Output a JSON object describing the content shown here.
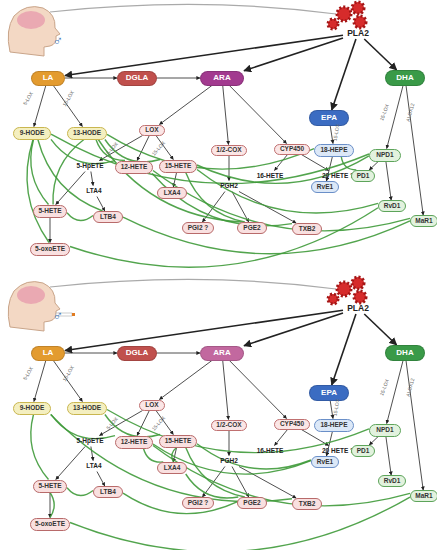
{
  "diagram": {
    "nodes": [
      {
        "text": [
          "PLA2"
        ]
      },
      {
        "text": [
          "LA"
        ]
      },
      {
        "text": [
          "DGLA"
        ]
      },
      {
        "text": [
          "ARA"
        ]
      },
      {
        "text": [
          "EPA"
        ]
      },
      {
        "text": [
          "DHA"
        ]
      },
      {
        "text": [
          "9-HODE"
        ]
      },
      {
        "text": [
          "13-HODE"
        ]
      },
      {
        "text": [
          "LOX"
        ]
      },
      {
        "text": [
          "1/2-COX"
        ]
      },
      {
        "text": [
          "CYP450"
        ]
      },
      {
        "text": [
          "16-HETE"
        ]
      },
      {
        "text": [
          "20 HETE ?"
        ]
      },
      {
        "text": [
          "18-HEPE"
        ]
      },
      {
        "text": [
          "NPD1"
        ]
      },
      {
        "text": [
          "5-HpETE"
        ]
      },
      {
        "text": [
          "12-HETE"
        ]
      },
      {
        "text": [
          "15-HETE"
        ]
      },
      {
        "text": [
          "PGH2"
        ]
      },
      {
        "text": [
          "LTA4"
        ]
      },
      {
        "text": [
          "LXA4"
        ]
      },
      {
        "text": [
          "5-HETE"
        ]
      },
      {
        "text": [
          "LTB4"
        ]
      },
      {
        "text": [
          "PGI2 ?"
        ]
      },
      {
        "text": [
          "PGE2"
        ]
      },
      {
        "text": [
          "TXB2"
        ]
      },
      {
        "text": [
          "RvE1"
        ]
      },
      {
        "text": [
          "PD1"
        ]
      },
      {
        "text": [
          "RvD1"
        ]
      },
      {
        "text": [
          "MaR1"
        ]
      },
      {
        "text": [
          "5-oxoETE"
        ]
      },
      {
        "text": [
          "PLA2"
        ]
      },
      {
        "text": [
          "LA"
        ]
      },
      {
        "text": [
          "DGLA"
        ]
      },
      {
        "text": [
          "ARA"
        ]
      },
      {
        "text": [
          "EPA"
        ]
      },
      {
        "text": [
          "DHA"
        ]
      },
      {
        "text": [
          "9-HODE"
        ]
      },
      {
        "text": [
          "13-HODE"
        ]
      },
      {
        "text": [
          "LOX"
        ]
      },
      {
        "text": [
          "1/2-COX"
        ]
      },
      {
        "text": [
          "CYP450"
        ]
      },
      {
        "text": [
          "16-HETE"
        ]
      },
      {
        "text": [
          "20 HETE ?"
        ]
      },
      {
        "text": [
          "18-HEPE"
        ]
      },
      {
        "text": [
          "NPD1"
        ]
      },
      {
        "text": [
          "5-HpETE"
        ]
      },
      {
        "text": [
          "12-HETE"
        ]
      },
      {
        "text": [
          "15-HETE"
        ]
      },
      {
        "text": [
          "PGH2"
        ]
      },
      {
        "text": [
          "LTA4"
        ]
      },
      {
        "text": [
          "LXA4"
        ]
      },
      {
        "text": [
          "5-HETE"
        ]
      },
      {
        "text": [
          "LTB4"
        ]
      },
      {
        "text": [
          "PGI2 ?"
        ]
      },
      {
        "text": [
          "PGE2"
        ]
      },
      {
        "text": [
          "TXB2"
        ]
      },
      {
        "text": [
          "RvE1"
        ]
      },
      {
        "text": [
          "PD1"
        ]
      },
      {
        "text": [
          "RvD1"
        ]
      },
      {
        "text": [
          "MaR1"
        ]
      },
      {
        "text": [
          "5-oxoETE"
        ]
      }
    ],
    "edges": [
      {
        "from": 0,
        "to": 1,
        "arrow": "to"
      },
      {
        "from": 0,
        "to": 3,
        "arrow": "to"
      },
      {
        "from": 0,
        "to": 4,
        "arrow": "to"
      },
      {
        "from": 0,
        "to": 5,
        "arrow": "to"
      },
      {
        "from": 1,
        "to": 2,
        "arrow": "to"
      },
      {
        "from": 2,
        "to": 3,
        "arrow": "to"
      },
      {
        "from": 1,
        "to": 6,
        "arrow": "to"
      },
      {
        "from": 1,
        "to": 7,
        "arrow": "to"
      },
      {
        "from": 3,
        "to": 8,
        "arrow": "to"
      },
      {
        "from": 3,
        "to": 9,
        "arrow": "to"
      },
      {
        "from": 3,
        "to": 10,
        "arrow": "to"
      },
      {
        "from": 8,
        "to": 15,
        "arrow": "to"
      },
      {
        "from": 8,
        "to": 16,
        "arrow": "to"
      },
      {
        "from": 8,
        "to": 17,
        "arrow": "to"
      },
      {
        "from": 15,
        "to": 21,
        "arrow": "to"
      },
      {
        "from": 15,
        "to": 19,
        "arrow": "to"
      },
      {
        "from": 19,
        "to": 22,
        "arrow": "to"
      },
      {
        "from": 21,
        "to": 30,
        "arrow": "to"
      },
      {
        "from": 17,
        "to": 20,
        "arrow": "to"
      },
      {
        "from": 9,
        "to": 18,
        "arrow": "to"
      },
      {
        "from": 18,
        "to": 23,
        "arrow": "to"
      },
      {
        "from": 18,
        "to": 24,
        "arrow": "to"
      },
      {
        "from": 18,
        "to": 25,
        "arrow": "to"
      },
      {
        "from": 10,
        "to": 11,
        "arrow": "to"
      },
      {
        "from": 10,
        "to": 12,
        "arrow": "to"
      },
      {
        "from": 4,
        "to": 13,
        "arrow": "to"
      },
      {
        "from": 13,
        "to": 26,
        "arrow": "to"
      },
      {
        "from": 5,
        "to": 14,
        "arrow": "to"
      },
      {
        "from": 5,
        "to": 29,
        "arrow": "to"
      },
      {
        "from": 14,
        "to": 27,
        "arrow": "to"
      },
      {
        "from": 14,
        "to": 28,
        "arrow": "to"
      },
      {
        "from": 6,
        "to": 21,
        "arrow": "none"
      },
      {
        "from": 6,
        "to": 22,
        "arrow": "none"
      },
      {
        "from": 6,
        "to": 16,
        "arrow": "none"
      },
      {
        "from": 6,
        "to": 30,
        "arrow": "none"
      },
      {
        "from": 7,
        "to": 21,
        "arrow": "none"
      },
      {
        "from": 7,
        "to": 16,
        "arrow": "none"
      },
      {
        "from": 7,
        "to": 17,
        "arrow": "none"
      },
      {
        "from": 7,
        "to": 24,
        "arrow": "none"
      },
      {
        "from": 7,
        "to": 13,
        "arrow": "none"
      },
      {
        "from": 16,
        "to": 29,
        "arrow": "none"
      },
      {
        "from": 17,
        "to": 14,
        "arrow": "none"
      },
      {
        "from": 17,
        "to": 28,
        "arrow": "none"
      },
      {
        "from": 13,
        "to": 27,
        "arrow": "none"
      },
      {
        "from": 21,
        "to": 22,
        "arrow": "none"
      },
      {
        "from": 16,
        "to": 25,
        "arrow": "none"
      },
      {
        "from": 17,
        "to": 24,
        "arrow": "none"
      },
      {
        "from": 30,
        "to": 28,
        "arrow": "none"
      },
      {
        "from": 22,
        "to": 29,
        "arrow": "none"
      },
      {
        "from": 6,
        "to": 14,
        "arrow": "none"
      },
      {
        "from": 31,
        "to": 32,
        "arrow": "to"
      },
      {
        "from": 31,
        "to": 34,
        "arrow": "to"
      },
      {
        "from": 31,
        "to": 35,
        "arrow": "to"
      },
      {
        "from": 31,
        "to": 36,
        "arrow": "to"
      },
      {
        "from": 32,
        "to": 33,
        "arrow": "to"
      },
      {
        "from": 33,
        "to": 34,
        "arrow": "to"
      },
      {
        "from": 32,
        "to": 37,
        "arrow": "to"
      },
      {
        "from": 32,
        "to": 38,
        "arrow": "to"
      },
      {
        "from": 34,
        "to": 39,
        "arrow": "to"
      },
      {
        "from": 34,
        "to": 40,
        "arrow": "to"
      },
      {
        "from": 34,
        "to": 41,
        "arrow": "to"
      },
      {
        "from": 39,
        "to": 46,
        "arrow": "to"
      },
      {
        "from": 39,
        "to": 47,
        "arrow": "to"
      },
      {
        "from": 39,
        "to": 48,
        "arrow": "to"
      },
      {
        "from": 46,
        "to": 52,
        "arrow": "to"
      },
      {
        "from": 46,
        "to": 50,
        "arrow": "to"
      },
      {
        "from": 50,
        "to": 53,
        "arrow": "to"
      },
      {
        "from": 52,
        "to": 61,
        "arrow": "to"
      },
      {
        "from": 48,
        "to": 51,
        "arrow": "to"
      },
      {
        "from": 40,
        "to": 49,
        "arrow": "to"
      },
      {
        "from": 49,
        "to": 54,
        "arrow": "to"
      },
      {
        "from": 49,
        "to": 55,
        "arrow": "to"
      },
      {
        "from": 49,
        "to": 56,
        "arrow": "to"
      },
      {
        "from": 41,
        "to": 42,
        "arrow": "to"
      },
      {
        "from": 41,
        "to": 43,
        "arrow": "to"
      },
      {
        "from": 35,
        "to": 44,
        "arrow": "to"
      },
      {
        "from": 44,
        "to": 57,
        "arrow": "to"
      },
      {
        "from": 36,
        "to": 45,
        "arrow": "to"
      },
      {
        "from": 36,
        "to": 60,
        "arrow": "to"
      },
      {
        "from": 45,
        "to": 58,
        "arrow": "to"
      },
      {
        "from": 45,
        "to": 59,
        "arrow": "to"
      },
      {
        "from": 37,
        "to": 52,
        "arrow": "none"
      },
      {
        "from": 37,
        "to": 47,
        "arrow": "none"
      },
      {
        "from": 38,
        "to": 48,
        "arrow": "none"
      },
      {
        "from": 38,
        "to": 45,
        "arrow": "none"
      },
      {
        "from": 47,
        "to": 51,
        "arrow": "none"
      },
      {
        "from": 47,
        "to": 60,
        "arrow": "none"
      },
      {
        "from": 48,
        "to": 51,
        "arrow": "none"
      },
      {
        "from": 48,
        "to": 57,
        "arrow": "none"
      },
      {
        "from": 48,
        "to": 55,
        "arrow": "none"
      },
      {
        "from": 51,
        "to": 55,
        "arrow": "none"
      },
      {
        "from": 52,
        "to": 53,
        "arrow": "none"
      },
      {
        "from": 61,
        "to": 52,
        "arrow": "none"
      },
      {
        "from": 37,
        "to": 56,
        "arrow": "none"
      },
      {
        "from": 53,
        "to": 55,
        "arrow": "none"
      },
      {
        "from": 61,
        "to": 60,
        "arrow": "none"
      },
      {
        "from": 47,
        "to": 57,
        "arrow": "none"
      }
    ],
    "labels": [
      "♂",
      "5-LOX",
      "15-LOX",
      "5-LOX",
      "15-LOX",
      "15-LOX",
      "15-LOX",
      "ALOX12",
      "♂",
      "5-LOX",
      "15-LOX",
      "5-LOX",
      "15-LOX",
      "15-LOX",
      "15-LOX",
      "ALOX12"
    ]
  }
}
